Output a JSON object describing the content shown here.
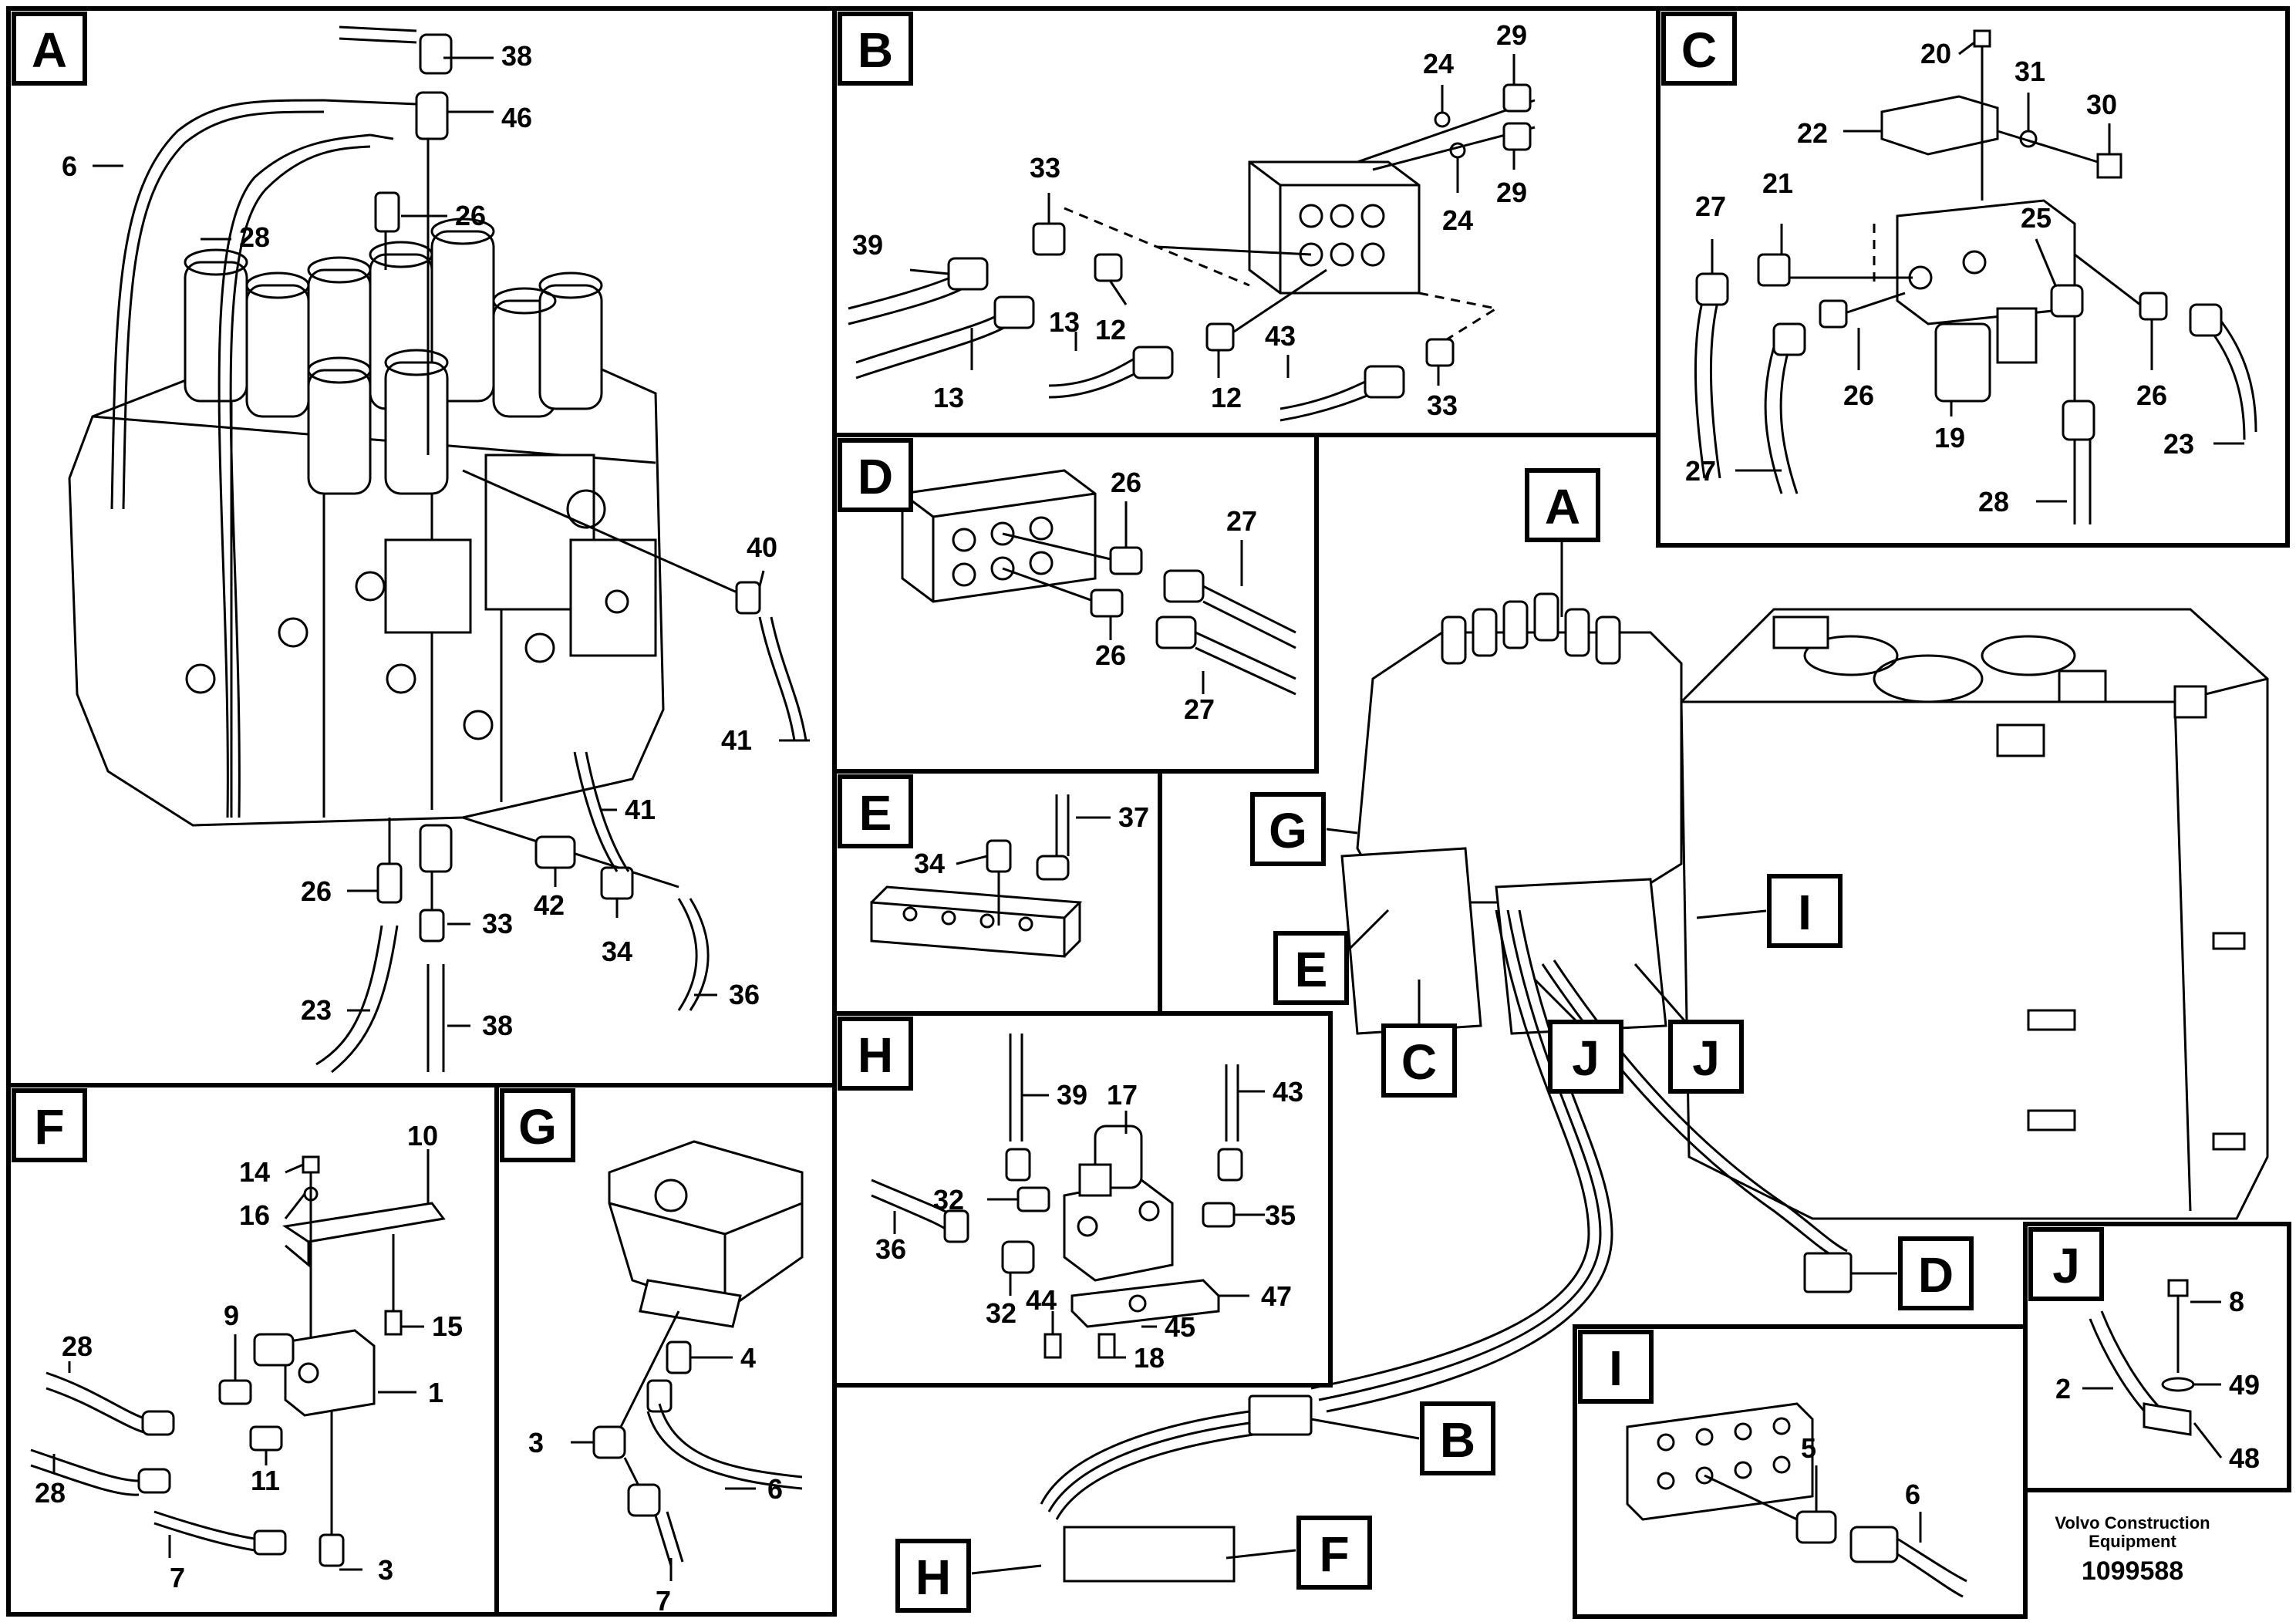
{
  "publisher": {
    "line1": "Volvo Construction",
    "line2": "Equipment"
  },
  "document_number": "1099588",
  "panels": {
    "A": {
      "label": "A",
      "callouts": [
        "38",
        "46",
        "6",
        "26",
        "28",
        "40",
        "41",
        "41",
        "26",
        "42",
        "34",
        "33",
        "23",
        "38",
        "36"
      ]
    },
    "B": {
      "label": "B",
      "callouts": [
        "29",
        "24",
        "24",
        "29",
        "33",
        "39",
        "12",
        "13",
        "13",
        "12",
        "43",
        "33"
      ]
    },
    "C": {
      "label": "C",
      "callouts": [
        "20",
        "31",
        "30",
        "22",
        "27",
        "21",
        "25",
        "26",
        "26",
        "19",
        "27",
        "28",
        "23"
      ]
    },
    "D": {
      "label": "D",
      "callouts": [
        "26",
        "27",
        "26",
        "27"
      ]
    },
    "E": {
      "label": "E",
      "callouts": [
        "37",
        "34"
      ]
    },
    "F": {
      "label": "F",
      "callouts": [
        "10",
        "14",
        "16",
        "15",
        "9",
        "28",
        "1",
        "11",
        "28",
        "7",
        "3"
      ]
    },
    "G": {
      "label": "G",
      "callouts": [
        "4",
        "3",
        "6",
        "7"
      ]
    },
    "H": {
      "label": "H",
      "callouts": [
        "17",
        "39",
        "43",
        "32",
        "35",
        "36",
        "32",
        "44",
        "47",
        "45",
        "18"
      ]
    },
    "I": {
      "label": "I",
      "callouts": [
        "5",
        "6"
      ]
    },
    "J": {
      "label": "J",
      "callouts": [
        "8",
        "2",
        "49",
        "48"
      ]
    }
  },
  "overview_markers": [
    "A",
    "G",
    "E",
    "C",
    "J",
    "J",
    "I",
    "D",
    "B",
    "H",
    "F"
  ]
}
